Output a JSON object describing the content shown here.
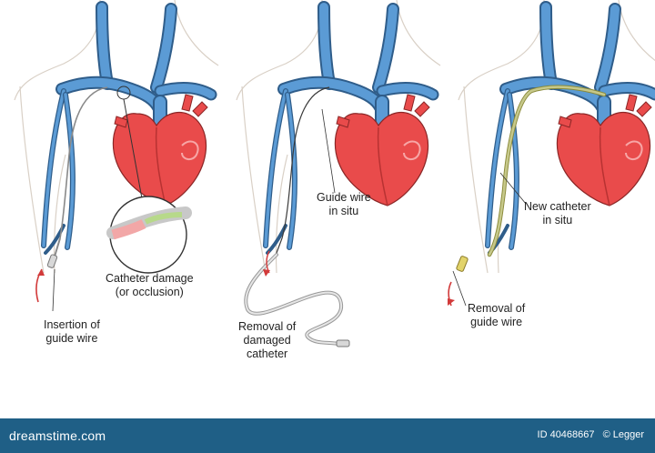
{
  "panels": [
    {
      "id": "panel-1",
      "labels": [
        {
          "key": "damage",
          "lines": [
            "Catheter damage",
            "(or occlusion)"
          ]
        },
        {
          "key": "insertion",
          "lines": [
            "Insertion of",
            "guide wire"
          ]
        }
      ]
    },
    {
      "id": "panel-2",
      "labels": [
        {
          "key": "guidewire",
          "lines": [
            "Guide wire",
            "in situ"
          ]
        },
        {
          "key": "removal",
          "lines": [
            "Removal of",
            "damaged",
            "catheter"
          ]
        }
      ]
    },
    {
      "id": "panel-3",
      "labels": [
        {
          "key": "newcatheter",
          "lines": [
            "New catheter",
            "in situ"
          ]
        },
        {
          "key": "removalwire",
          "lines": [
            "Removal of",
            "guide wire"
          ]
        }
      ]
    }
  ],
  "footer": {
    "brand": "dreamstime.com",
    "id_text": "ID 40468667",
    "author": "© Legger"
  },
  "colors": {
    "vein": "#5b9bd5",
    "vein_outline": "#2f5d8a",
    "heart": "#e94b4b",
    "heart_dark": "#b83232",
    "catheter": "#c8c8c8",
    "new_catheter": "#c6c88a",
    "arrow": "#d23a3a",
    "footer": "#1f5f86"
  }
}
